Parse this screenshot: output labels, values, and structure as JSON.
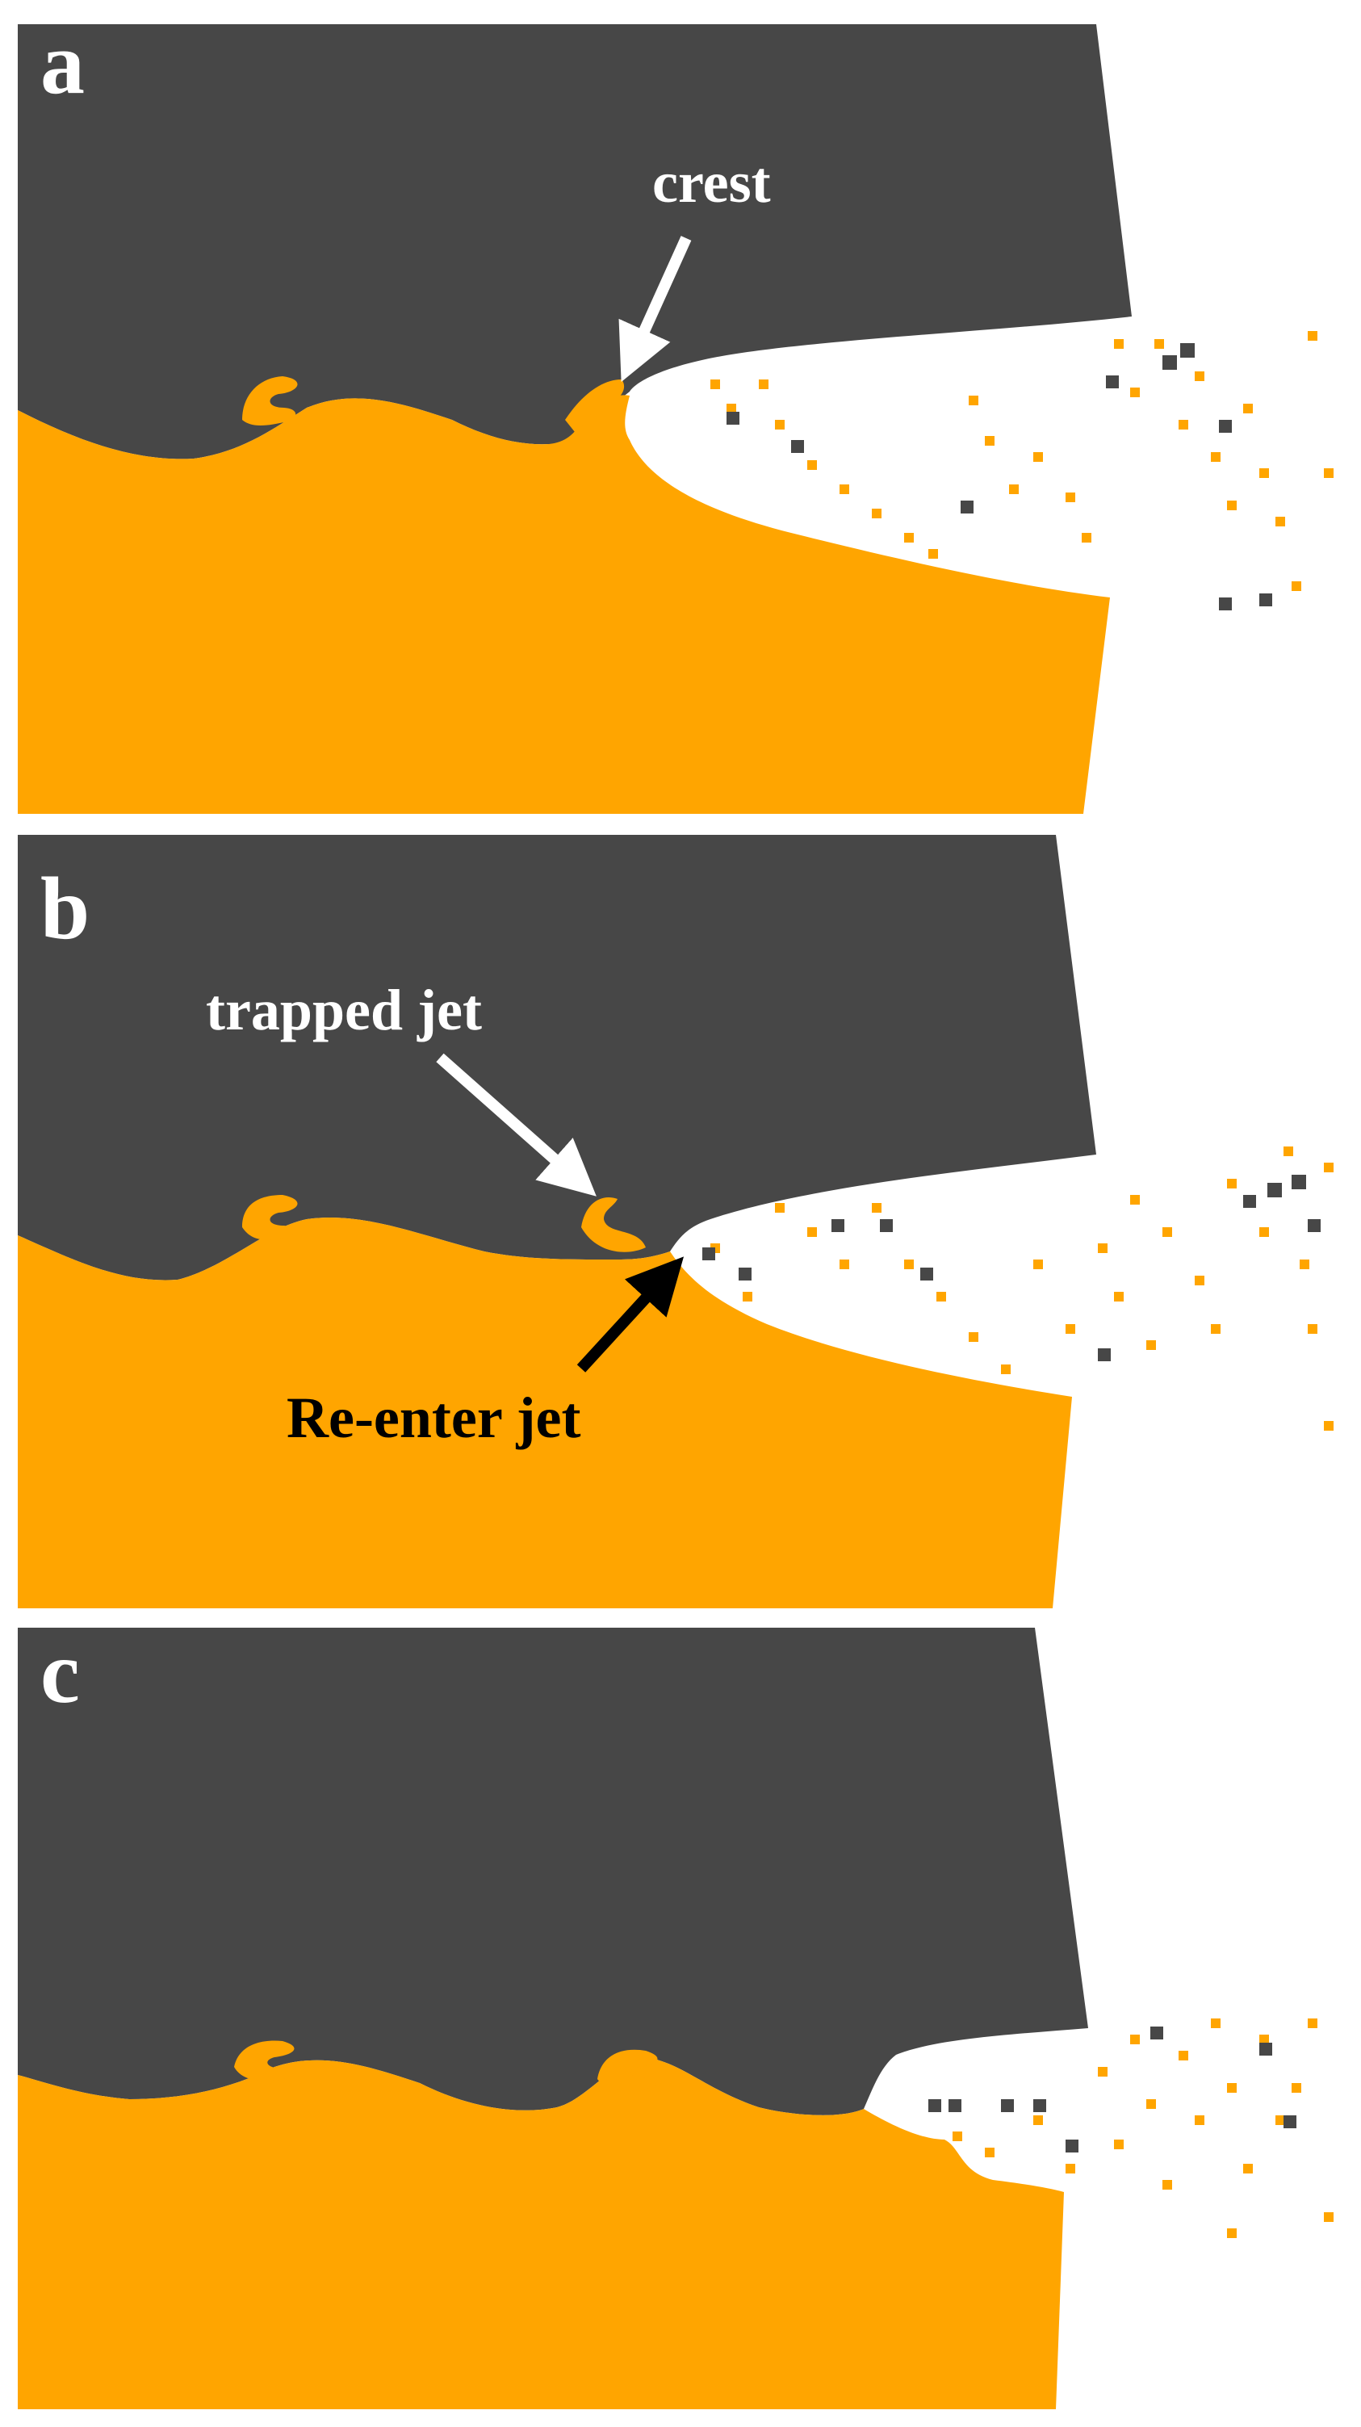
{
  "figure": {
    "colors": {
      "upper_phase": "#474747",
      "lower_phase": "#ffa500",
      "background": "#ffffff",
      "arrow_white": "#ffffff",
      "arrow_black": "#000000"
    },
    "panels": [
      {
        "letter": "a",
        "annotations": [
          {
            "text": "crest",
            "color": "white"
          }
        ]
      },
      {
        "letter": "b",
        "annotations": [
          {
            "text": "trapped jet",
            "color": "white"
          },
          {
            "text": "Re-enter jet",
            "color": "black"
          }
        ]
      },
      {
        "letter": "c",
        "annotations": []
      }
    ]
  }
}
